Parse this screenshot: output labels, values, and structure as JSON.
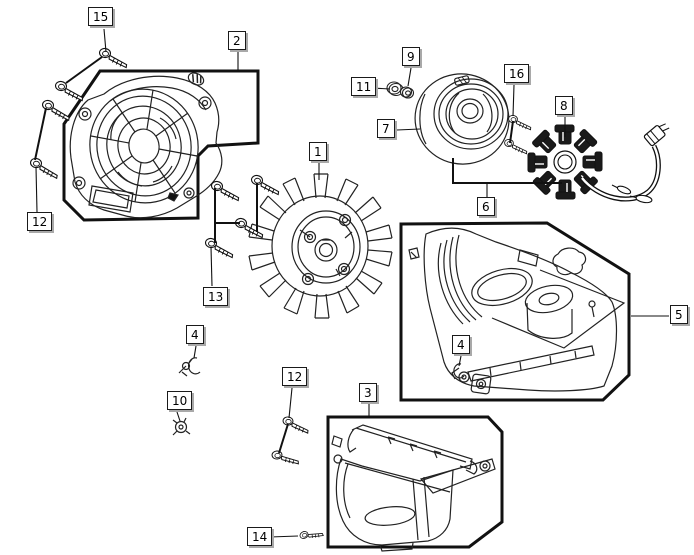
{
  "diagram": {
    "kind": "exploded-parts-diagram",
    "background_color": "#ffffff",
    "line_color": "#111111",
    "callout_box": {
      "background": "#ffffff",
      "border": "#000000",
      "shadow": "#a9a9a9",
      "text": "#000000"
    }
  },
  "callouts": [
    {
      "id": "15",
      "label": "15"
    },
    {
      "id": "2",
      "label": "2"
    },
    {
      "id": "9",
      "label": "9"
    },
    {
      "id": "11",
      "label": "11"
    },
    {
      "id": "16",
      "label": "16"
    },
    {
      "id": "8",
      "label": "8"
    },
    {
      "id": "7",
      "label": "7"
    },
    {
      "id": "1",
      "label": "1"
    },
    {
      "id": "6",
      "label": "6"
    },
    {
      "id": "12-left",
      "label": "12"
    },
    {
      "id": "13",
      "label": "13"
    },
    {
      "id": "5",
      "label": "5"
    },
    {
      "id": "4-left",
      "label": "4"
    },
    {
      "id": "4-shroud",
      "label": "4"
    },
    {
      "id": "10",
      "label": "10"
    },
    {
      "id": "12-lower",
      "label": "12"
    },
    {
      "id": "3",
      "label": "3"
    },
    {
      "id": "14",
      "label": "14"
    }
  ]
}
